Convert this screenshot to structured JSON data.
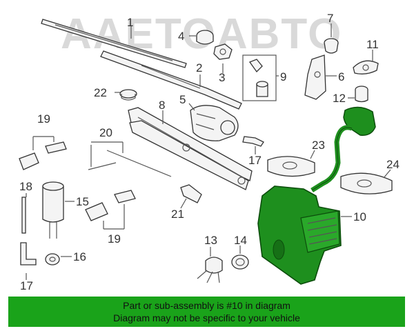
{
  "watermark": "AAETOABTO",
  "callouts": [
    {
      "id": "c1",
      "label": "1"
    },
    {
      "id": "c2",
      "label": "2"
    },
    {
      "id": "c3",
      "label": "3"
    },
    {
      "id": "c4",
      "label": "4"
    },
    {
      "id": "c5",
      "label": "5"
    },
    {
      "id": "c6",
      "label": "6"
    },
    {
      "id": "c7",
      "label": "7"
    },
    {
      "id": "c8",
      "label": "8"
    },
    {
      "id": "c9",
      "label": "9"
    },
    {
      "id": "c10",
      "label": "10"
    },
    {
      "id": "c11",
      "label": "11"
    },
    {
      "id": "c12",
      "label": "12"
    },
    {
      "id": "c13",
      "label": "13"
    },
    {
      "id": "c14",
      "label": "14"
    },
    {
      "id": "c15",
      "label": "15"
    },
    {
      "id": "c16",
      "label": "16"
    },
    {
      "id": "c17a",
      "label": "17"
    },
    {
      "id": "c17b",
      "label": "17"
    },
    {
      "id": "c18",
      "label": "18"
    },
    {
      "id": "c19a",
      "label": "19"
    },
    {
      "id": "c19b",
      "label": "19"
    },
    {
      "id": "c20",
      "label": "20"
    },
    {
      "id": "c21",
      "label": "21"
    },
    {
      "id": "c22",
      "label": "22"
    },
    {
      "id": "c23",
      "label": "23"
    },
    {
      "id": "c24",
      "label": "24"
    }
  ],
  "banner": {
    "line1": "Part or sub-assembly is #10 in diagram",
    "line2": "Diagram may not be specific to your vehicle",
    "color": "#1aa31a"
  },
  "highlight_color": "#1e8f1e"
}
